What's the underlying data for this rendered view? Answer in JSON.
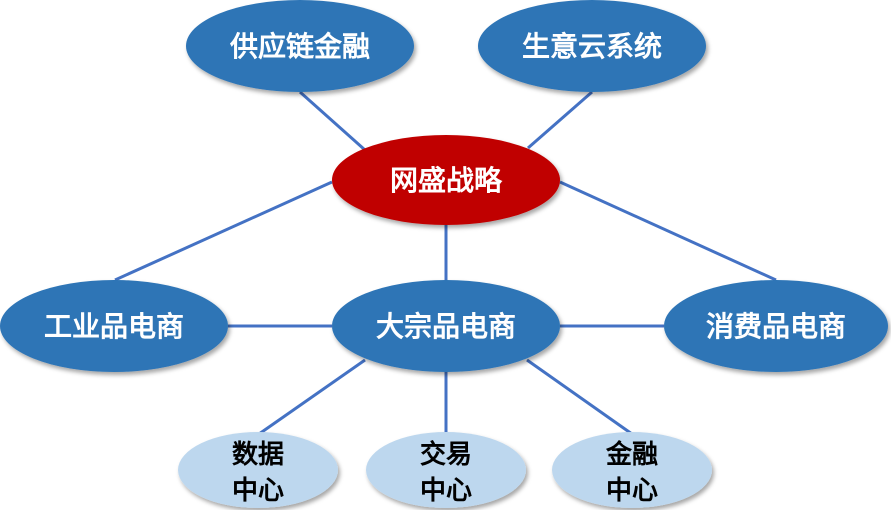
{
  "diagram": {
    "center": {
      "label": "网盛战略",
      "fill": "#C00000"
    },
    "top_left": {
      "label": "供应链金融",
      "fill": "#2E75B6"
    },
    "top_right": {
      "label": "生意云系统",
      "fill": "#2E75B6"
    },
    "left": {
      "label": "工业品电商",
      "fill": "#2E75B6"
    },
    "middle": {
      "label": "大宗品电商",
      "fill": "#2E75B6"
    },
    "right": {
      "label": "消费品电商",
      "fill": "#2E75B6"
    },
    "bottom_left": {
      "label_line1": "数据",
      "label_line2": "中心",
      "fill": "#BDD7EE"
    },
    "bottom_center": {
      "label_line1": "交易",
      "label_line2": "中心",
      "fill": "#BDD7EE"
    },
    "bottom_right": {
      "label_line1": "金融",
      "label_line2": "中心",
      "fill": "#BDD7EE"
    },
    "connector_color": "#4472C4",
    "text_light": "#FFFFFF",
    "text_dark": "#000000"
  }
}
